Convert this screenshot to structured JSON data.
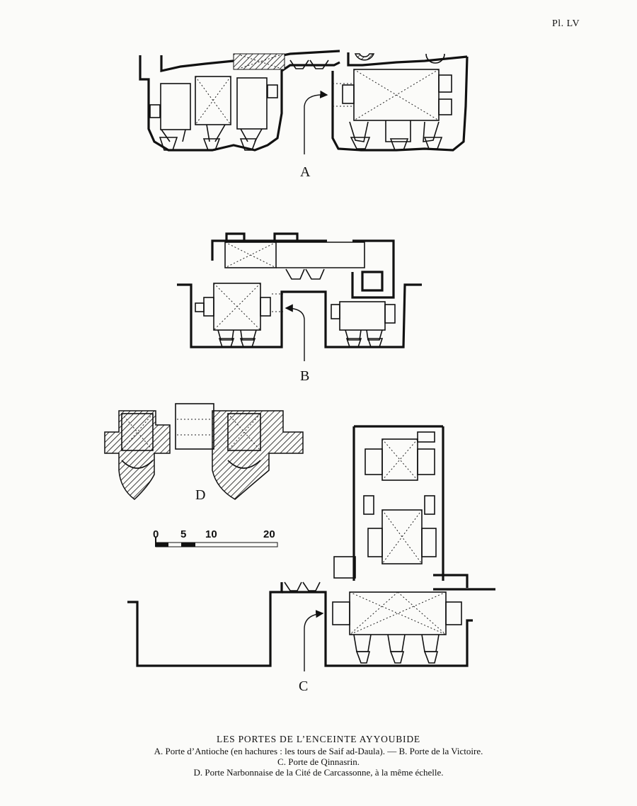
{
  "plate": {
    "number": "Pl. LV"
  },
  "figures": {
    "a": {
      "label": "A"
    },
    "b": {
      "label": "B"
    },
    "c": {
      "label": "C"
    },
    "d": {
      "label": "D"
    }
  },
  "scale": {
    "ticks": [
      "0",
      "5",
      "10",
      "20"
    ]
  },
  "caption": {
    "title": "LES PORTES DE L’ENCEINTE AYYOUBIDE",
    "line1": "A. Porte d’Antioche (en hachures : les tours de Saif ad-Daula). — B. Porte de la Victoire.",
    "line2": "C. Porte de Qinnasrin.",
    "line3": "D. Porte Narbonnaise de la Cité de Carcassonne, à la même échelle."
  }
}
